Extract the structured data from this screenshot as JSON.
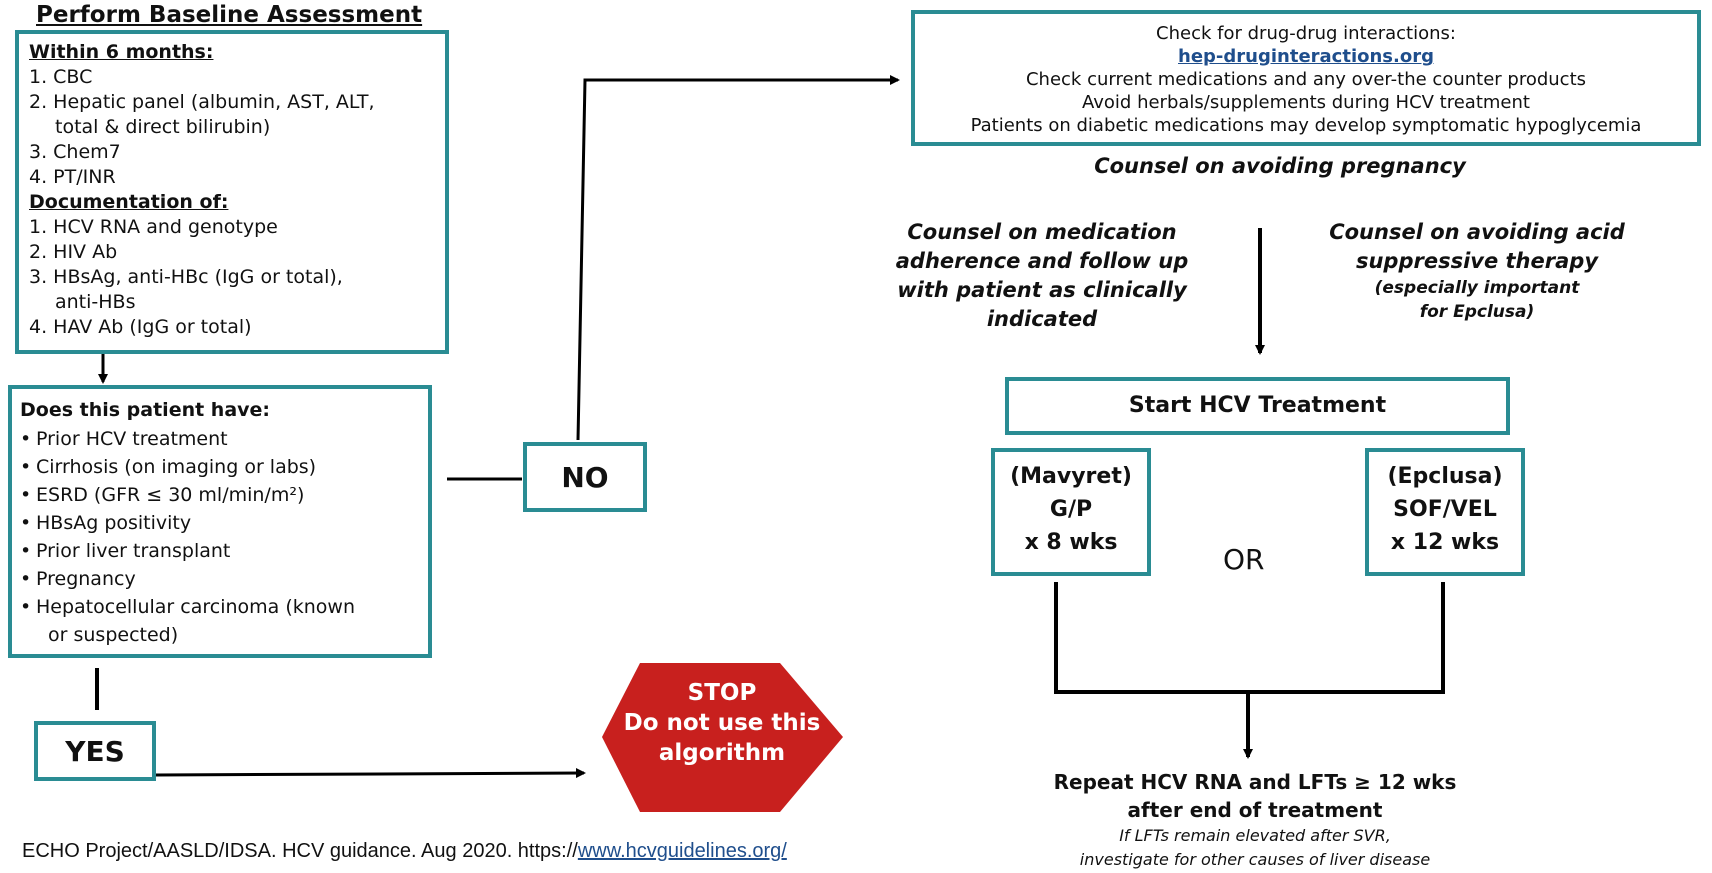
{
  "baseline": {
    "title": "Perform Baseline Assessment",
    "within_heading": "Within 6 months:",
    "within_items": [
      "1. CBC",
      "2. Hepatic panel (albumin, AST, ALT,",
      "total & direct bilirubin)",
      "3. Chem7",
      "4. PT/INR"
    ],
    "documentation_heading": "Documentation of:",
    "documentation_items": [
      "1. HCV RNA and genotype",
      "2. HIV Ab",
      "3. HBsAg, anti-HBc (IgG or total),",
      "anti-HBs",
      "4. HAV Ab (IgG or total)"
    ]
  },
  "question": {
    "heading": "Does this patient have:",
    "items": [
      "Prior HCV treatment",
      "Cirrhosis (on imaging or labs)",
      "ESRD (GFR ≤ 30 ml/min/m²)",
      "HBsAg positivity",
      "Prior liver transplant",
      "Pregnancy",
      "Hepatocellular carcinoma (known",
      "or suspected)"
    ],
    "bullet": "•"
  },
  "no_label": "NO",
  "yes_label": "YES",
  "stop": {
    "line1": "STOP",
    "line2": "Do not use this",
    "line3": "algorithm",
    "color": "#c8201e"
  },
  "drug_check": {
    "line1": "Check for drug-drug interactions:",
    "link": "hep-druginteractions.org",
    "line2": "Check current medications and any over-the counter products",
    "line3": "Avoid herbals/supplements during HCV treatment",
    "line4": "Patients on diabetic medications may develop symptomatic hypoglycemia"
  },
  "counsel_pregnancy": "Counsel on avoiding pregnancy",
  "counsel_adherence": [
    "Counsel on medication",
    "adherence and follow up",
    "with patient as clinically",
    "indicated"
  ],
  "counsel_acid": [
    "Counsel on avoiding acid",
    "suppressive therapy"
  ],
  "counsel_acid_note": [
    "(especially important",
    "for Epclusa)"
  ],
  "start_treatment": "Start HCV Treatment",
  "mavyret": [
    "(Mavyret)",
    "G/P",
    "x 8 wks"
  ],
  "or_label": "OR",
  "epclusa": [
    "(Epclusa)",
    "SOF/VEL",
    "x 12 wks"
  ],
  "repeat": {
    "line1": "Repeat HCV RNA and LFTs ≥ 12 wks",
    "line2": "after end of treatment",
    "note1": "If LFTs remain elevated after SVR,",
    "note2": "investigate for other causes of liver disease"
  },
  "footer": {
    "text": "ECHO Project/AASLD/IDSA. HCV guidance. Aug 2020. https://",
    "url": "www.hcvguidelines.org/"
  },
  "colors": {
    "box_border": "#2a8c93",
    "link": "#1f4e8c"
  }
}
